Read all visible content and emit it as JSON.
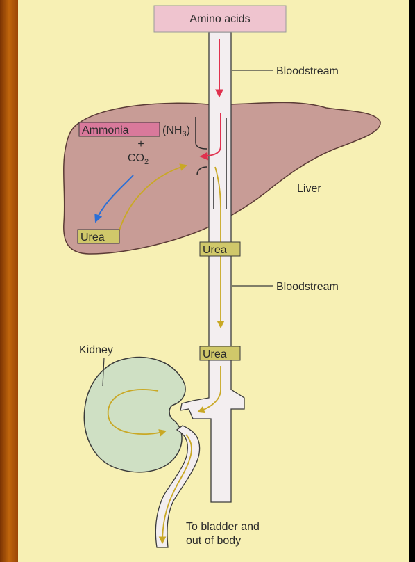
{
  "labels": {
    "amino_acids": "Amino acids",
    "bloodstream_top": "Bloodstream",
    "ammonia": "Ammonia",
    "nh3": "(NH",
    "nh3_sub": "3",
    "nh3_close": ")",
    "plus": "+",
    "co2": "CO",
    "co2_sub": "2",
    "liver": "Liver",
    "urea_liver": "Urea",
    "urea_vessel_1": "Urea",
    "bloodstream_mid": "Bloodstream",
    "urea_vessel_2": "Urea",
    "kidney": "Kidney",
    "bladder_line1": "To bladder and",
    "bladder_line2": "out of body"
  },
  "colors": {
    "background": "#f7f0b4",
    "side_band": "#b75a08",
    "liver_fill": "#c89c96",
    "kidney_fill": "#cfe0c4",
    "vessel_fill": "#f3eef0",
    "amino_box": "#efc4cf",
    "ammonia_box": "#d9799b",
    "urea_box": "#d0c86a",
    "red_arrow": "#e0314f",
    "blue_arrow": "#2a6fd6",
    "urea_arrow": "#c9a825"
  }
}
